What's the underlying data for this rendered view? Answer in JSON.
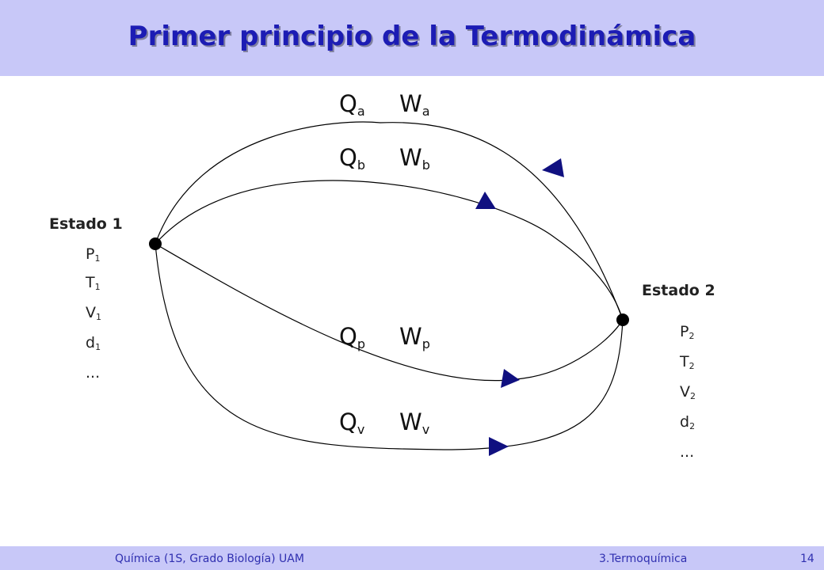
{
  "slide": {
    "title": "Primer principio de la Termodinámica"
  },
  "footer": {
    "course": "Química (1S, Grado Biología) UAM",
    "topic": "3.Termoquímica",
    "page": "14"
  },
  "colors": {
    "header_bg": "#c8c8f8",
    "title": "#1c1cb4",
    "arrow": "#101080",
    "curve": "#000000"
  },
  "state1": {
    "label": "Estado 1",
    "props": [
      {
        "sym": "P",
        "sub": "1"
      },
      {
        "sym": "T",
        "sub": "1"
      },
      {
        "sym": "V",
        "sub": "1"
      },
      {
        "sym": "d",
        "sub": "1"
      },
      {
        "sym": "...",
        "sub": ""
      }
    ]
  },
  "state2": {
    "label": "Estado 2",
    "props": [
      {
        "sym": "P",
        "sub": "2"
      },
      {
        "sym": "T",
        "sub": "2"
      },
      {
        "sym": "V",
        "sub": "2"
      },
      {
        "sym": "d",
        "sub": "2"
      },
      {
        "sym": "...",
        "sub": ""
      }
    ]
  },
  "paths": [
    {
      "id": "a",
      "q": "Q",
      "w": "W",
      "sub": "a"
    },
    {
      "id": "b",
      "q": "Q",
      "w": "W",
      "sub": "b"
    },
    {
      "id": "p",
      "q": "Q",
      "w": "W",
      "sub": "p"
    },
    {
      "id": "v",
      "q": "Q",
      "w": "W",
      "sub": "v"
    }
  ]
}
